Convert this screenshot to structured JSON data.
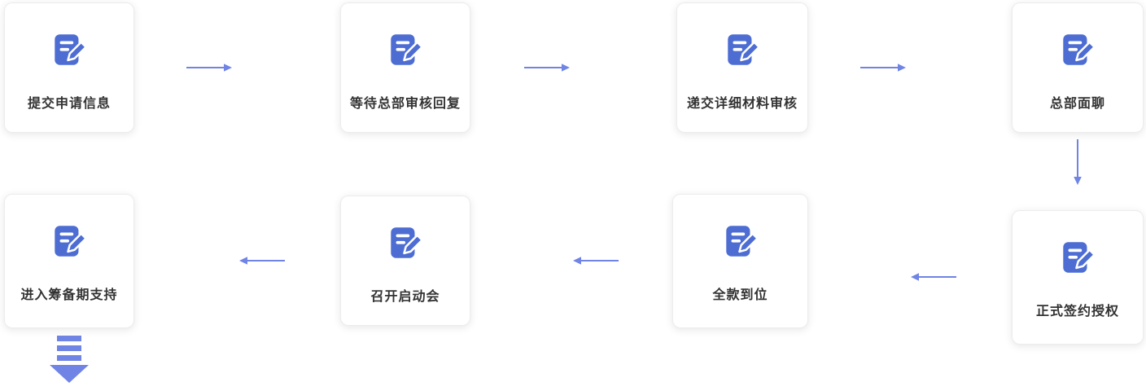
{
  "flow": {
    "type": "flowchart",
    "steps": [
      {
        "id": 1,
        "label": "提交申请信息",
        "icon": "document-edit-icon"
      },
      {
        "id": 2,
        "label": "等待总部审核回复",
        "icon": "document-edit-icon"
      },
      {
        "id": 3,
        "label": "递交详细材料审核",
        "icon": "document-edit-icon"
      },
      {
        "id": 4,
        "label": "总部面聊",
        "icon": "document-edit-icon"
      },
      {
        "id": 5,
        "label": "正式签约授权",
        "icon": "document-edit-icon"
      },
      {
        "id": 6,
        "label": "全款到位",
        "icon": "document-edit-icon"
      },
      {
        "id": 7,
        "label": "召开启动会",
        "icon": "document-edit-icon"
      },
      {
        "id": 8,
        "label": "进入筹备期支持",
        "icon": "document-edit-icon"
      }
    ],
    "connectors": [
      {
        "from": "提交申请信息",
        "to": "等待总部审核回复",
        "direction": "right"
      },
      {
        "from": "等待总部审核回复",
        "to": "递交详细材料审核",
        "direction": "right"
      },
      {
        "from": "递交详细材料审核",
        "to": "总部面聊",
        "direction": "right"
      },
      {
        "from": "总部面聊",
        "to": "正式签约授权",
        "direction": "down"
      },
      {
        "from": "正式签约授权",
        "to": "全款到位",
        "direction": "left"
      },
      {
        "from": "全款到位",
        "to": "召开启动会",
        "direction": "left"
      },
      {
        "from": "召开启动会",
        "to": "进入筹备期支持",
        "direction": "left"
      },
      {
        "from": "进入筹备期支持",
        "direction": "down",
        "style": "striped-large-arrow"
      }
    ],
    "colors": {
      "icon_blue": "#4d6dd3",
      "arrow_blue": "#6f84e4",
      "label_text": "#333333",
      "card_background": "#ffffff",
      "card_border": "#ececec"
    }
  }
}
